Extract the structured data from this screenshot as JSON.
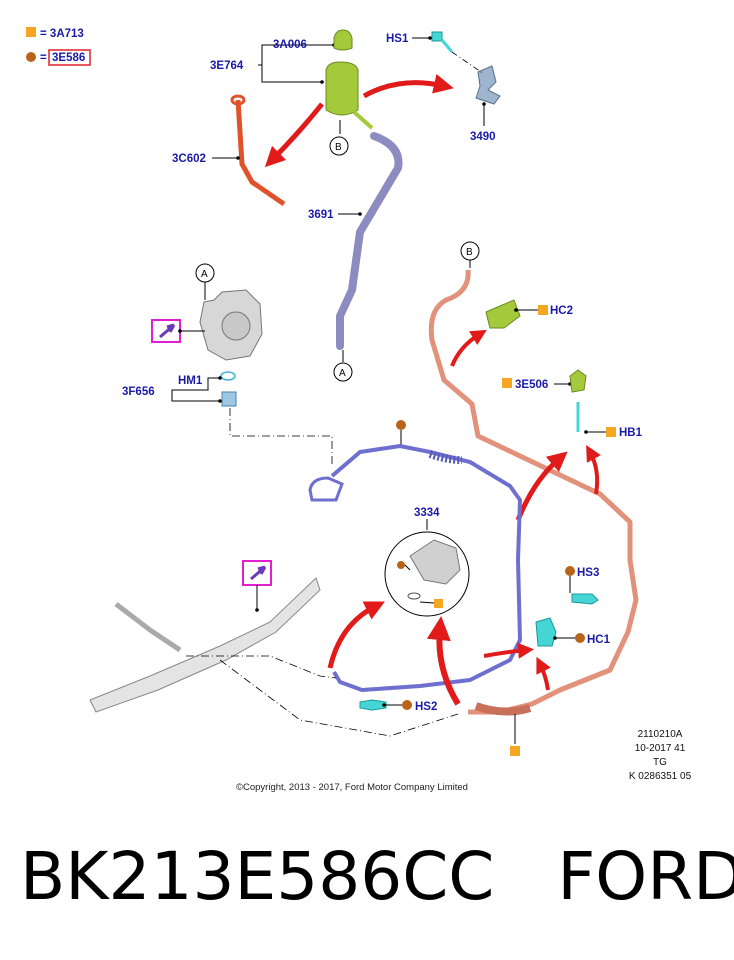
{
  "legend": [
    {
      "shape": "square",
      "color": "#f5a623",
      "text": "3A713"
    },
    {
      "shape": "circle",
      "color": "#b8651b",
      "text": "3E586",
      "highlighted": true
    }
  ],
  "callouts": {
    "c3A006": "3A006",
    "c3E764": "3E764",
    "c3C602": "3C602",
    "cHS1": "HS1",
    "c3490": "3490",
    "c3691": "3691",
    "cHC2": "HC2",
    "c3E506": "3E506",
    "cHB1": "HB1",
    "cHM1": "HM1",
    "c3F656": "3F656",
    "c3334": "3334",
    "cHS3": "HS3",
    "cHC1": "HC1",
    "cHS2": "HS2"
  },
  "connectors": {
    "b_top": "B",
    "b_right": "B",
    "a_pump": "A",
    "a_pipe": "A"
  },
  "colors": {
    "callout_text": "#1a1aaa",
    "square_marker": "#f5a623",
    "circle_marker": "#b8651b",
    "reservoir": "#a4c93a",
    "return_pipe": "#8d8cc0",
    "pressure_hose": "#e2917a",
    "feed_hose": "#6f6fd0",
    "clip": "#45d5d5",
    "arrow": "#e11a1a",
    "highlight_box": "#e020d0"
  },
  "meta_lines": [
    "2110210A",
    "10-2017 41",
    "TG",
    "K 0286351 05"
  ],
  "copyright": "©Copyright, 2013 - 2017, Ford Motor Company Limited",
  "caption": {
    "part_number": "BK213E586CC",
    "brand": "FORD"
  }
}
